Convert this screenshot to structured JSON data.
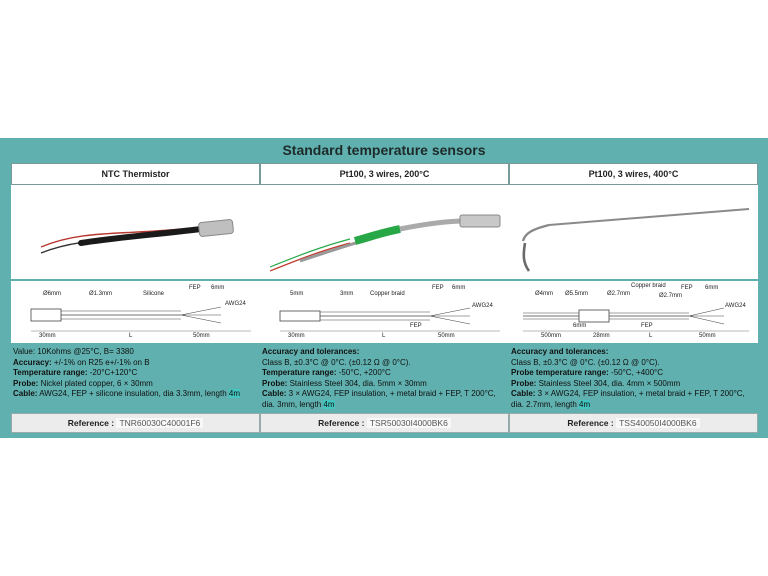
{
  "title": "Standard temperature sensors",
  "columns": [
    {
      "header": "NTC Thermistor",
      "drawing_labels": [
        "Ø6mm",
        "Ø1.3mm",
        "Silicone",
        "FEP",
        "6mm",
        "AWG24",
        "30mm",
        "L",
        "50mm"
      ],
      "spec": [
        {
          "label": "",
          "text": "Value: 10Kohms @25°C, B= 3380"
        },
        {
          "label": "Accuracy:",
          "text": " +/-1% on R25 e+/-1% on B"
        },
        {
          "label": "Temperature range:",
          "text": " -20°C+120°C"
        },
        {
          "label": "Probe:",
          "text": " Nickel plated copper, 6 × 30mm"
        },
        {
          "label": "Cable:",
          "text": " AWG24, FEP + silicone insulation, dia 3.3mm, length ",
          "hl": "4m"
        }
      ],
      "ref_label": "Reference :",
      "ref_value": "TNR60030C40001F6"
    },
    {
      "header": "Pt100, 3 wires, 200°C",
      "drawing_labels": [
        "5mm",
        "3mm",
        "Copper braid",
        "FEP",
        "6mm",
        "AWG24",
        "FEP",
        "30mm",
        "L",
        "50mm"
      ],
      "spec": [
        {
          "label": "Accuracy and tolerances:",
          "text": ""
        },
        {
          "label": "",
          "text": "Class B, ±0.3°C @ 0°C. (±0.12 Ω @ 0°C)."
        },
        {
          "label": "Temperature range:",
          "text": " -50°C, +200°C"
        },
        {
          "label": "Probe:",
          "text": " Stainless Steel 304, dia. 5mm × 30mm"
        },
        {
          "label": "Cable:",
          "text": " 3 × AWG24, FEP insulation, + metal braid + FEP, T 200°C,"
        },
        {
          "label": "",
          "text": "dia. 3mm, length ",
          "hl": "4m"
        }
      ],
      "ref_label": "Reference :",
      "ref_value": "TSR50030I4000BK6"
    },
    {
      "header": "Pt100, 3 wires, 400°C",
      "drawing_labels": [
        "Ø4mm",
        "Ø5.5mm",
        "Ø2.7mm",
        "Copper braid",
        "Ø2.7mm",
        "FEP",
        "6mm",
        "AWG24",
        "FEP",
        "6mm",
        "500mm",
        "28mm",
        "L",
        "50mm"
      ],
      "spec": [
        {
          "label": "Accuracy and tolerances:",
          "text": ""
        },
        {
          "label": "",
          "text": "Class B, ±0.3°C @ 0°C. (±0.12 Ω @ 0°C)."
        },
        {
          "label": "Probe temperature range:",
          "text": " -50°C, +400°C"
        },
        {
          "label": "Probe:",
          "text": " Stainless Steel 304, dia. 4mm × 500mm"
        },
        {
          "label": "Cable:",
          "text": " 3 × AWG24, FEP insulation, + metal braid + FEP, T 200°C,"
        },
        {
          "label": "",
          "text": "dia. 2.7mm, length ",
          "hl": "4m"
        }
      ],
      "ref_label": "Reference :",
      "ref_value": "TSS40050I4000BK6"
    }
  ]
}
